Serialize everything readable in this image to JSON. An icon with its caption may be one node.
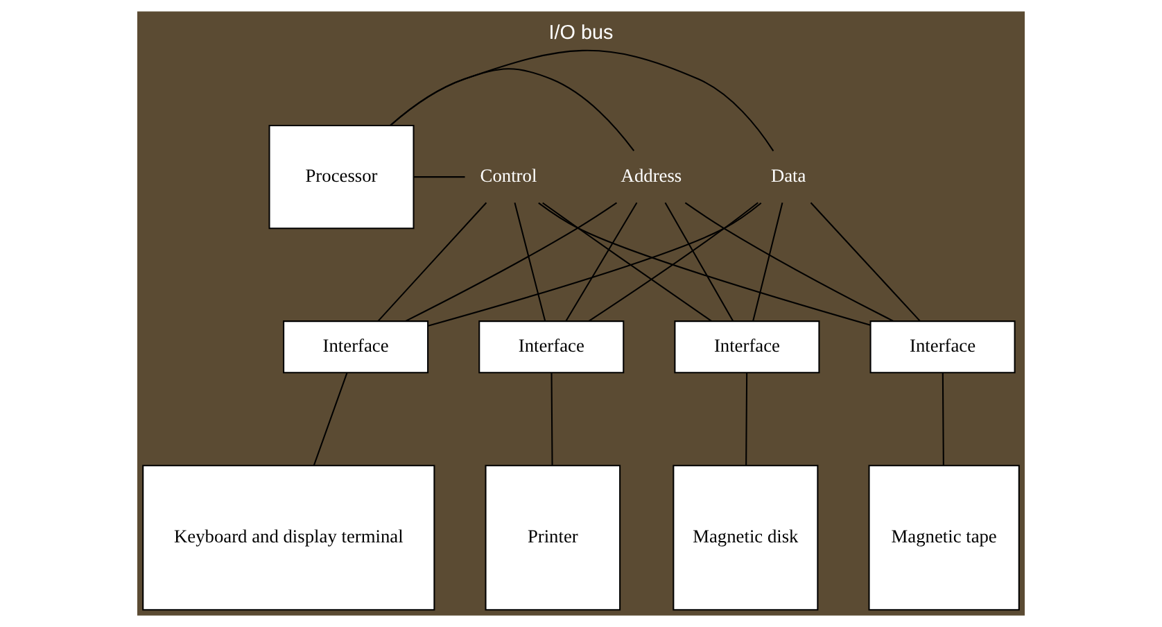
{
  "diagram": {
    "title": "I/O bus",
    "nodes": [
      {
        "text": [
          "Processor"
        ]
      },
      {
        "text": [
          "Data"
        ]
      },
      {
        "text": [
          "Address"
        ]
      },
      {
        "text": [
          "Control"
        ]
      },
      {
        "text": [
          "Interface"
        ]
      },
      {
        "text": [
          "Interface"
        ]
      },
      {
        "text": [
          "Interface"
        ]
      },
      {
        "text": [
          "Interface"
        ]
      },
      {
        "text": [
          "Keyboard and display terminal"
        ]
      },
      {
        "text": [
          "Printer"
        ]
      },
      {
        "text": [
          "Magnetic disk"
        ]
      },
      {
        "text": [
          "Magnetic tape"
        ]
      }
    ],
    "edges": [
      {
        "from": 0,
        "to": 1,
        "arrow": "none"
      },
      {
        "from": 0,
        "to": 2,
        "arrow": "none"
      },
      {
        "from": 0,
        "to": 3,
        "arrow": "none"
      },
      {
        "from": 1,
        "to": 4,
        "arrow": "none"
      },
      {
        "from": 2,
        "to": 4,
        "arrow": "none"
      },
      {
        "from": 3,
        "to": 4,
        "arrow": "none"
      },
      {
        "from": 1,
        "to": 5,
        "arrow": "none"
      },
      {
        "from": 2,
        "to": 5,
        "arrow": "none"
      },
      {
        "from": 3,
        "to": 5,
        "arrow": "none"
      },
      {
        "from": 1,
        "to": 6,
        "arrow": "none"
      },
      {
        "from": 2,
        "to": 6,
        "arrow": "none"
      },
      {
        "from": 3,
        "to": 6,
        "arrow": "none"
      },
      {
        "from": 1,
        "to": 7,
        "arrow": "none"
      },
      {
        "from": 2,
        "to": 7,
        "arrow": "none"
      },
      {
        "from": 3,
        "to": 7,
        "arrow": "none"
      },
      {
        "from": 4,
        "to": 8,
        "arrow": "none"
      },
      {
        "from": 5,
        "to": 9,
        "arrow": "none"
      },
      {
        "from": 6,
        "to": 10,
        "arrow": "none"
      },
      {
        "from": 7,
        "to": 11,
        "arrow": "none"
      }
    ]
  }
}
